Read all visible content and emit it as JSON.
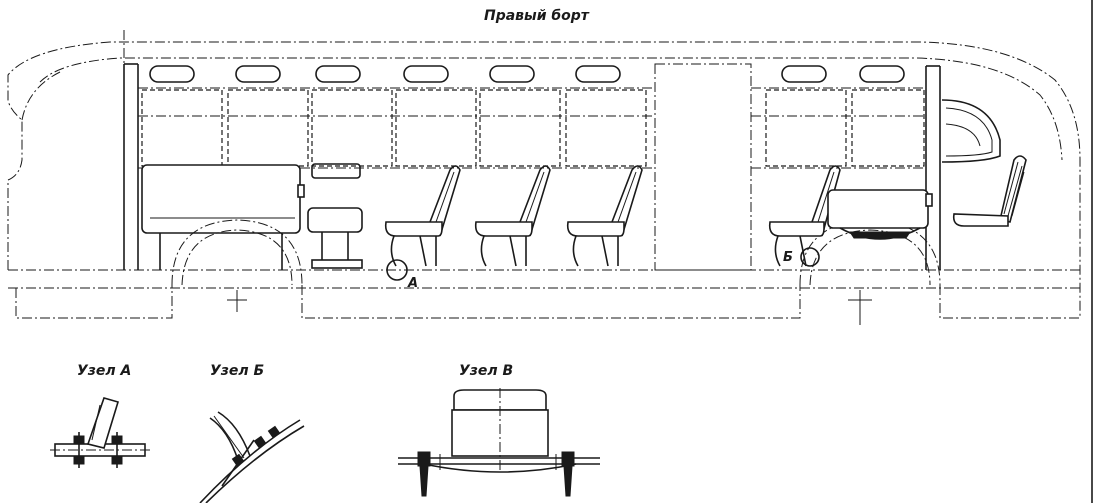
{
  "drawing": {
    "title": "Правый борт",
    "section_marks": {
      "a": "А",
      "b": "Б"
    },
    "nodes": [
      {
        "label": "Узел А"
      },
      {
        "label": "Узел Б"
      },
      {
        "label": "Узел В"
      }
    ]
  }
}
